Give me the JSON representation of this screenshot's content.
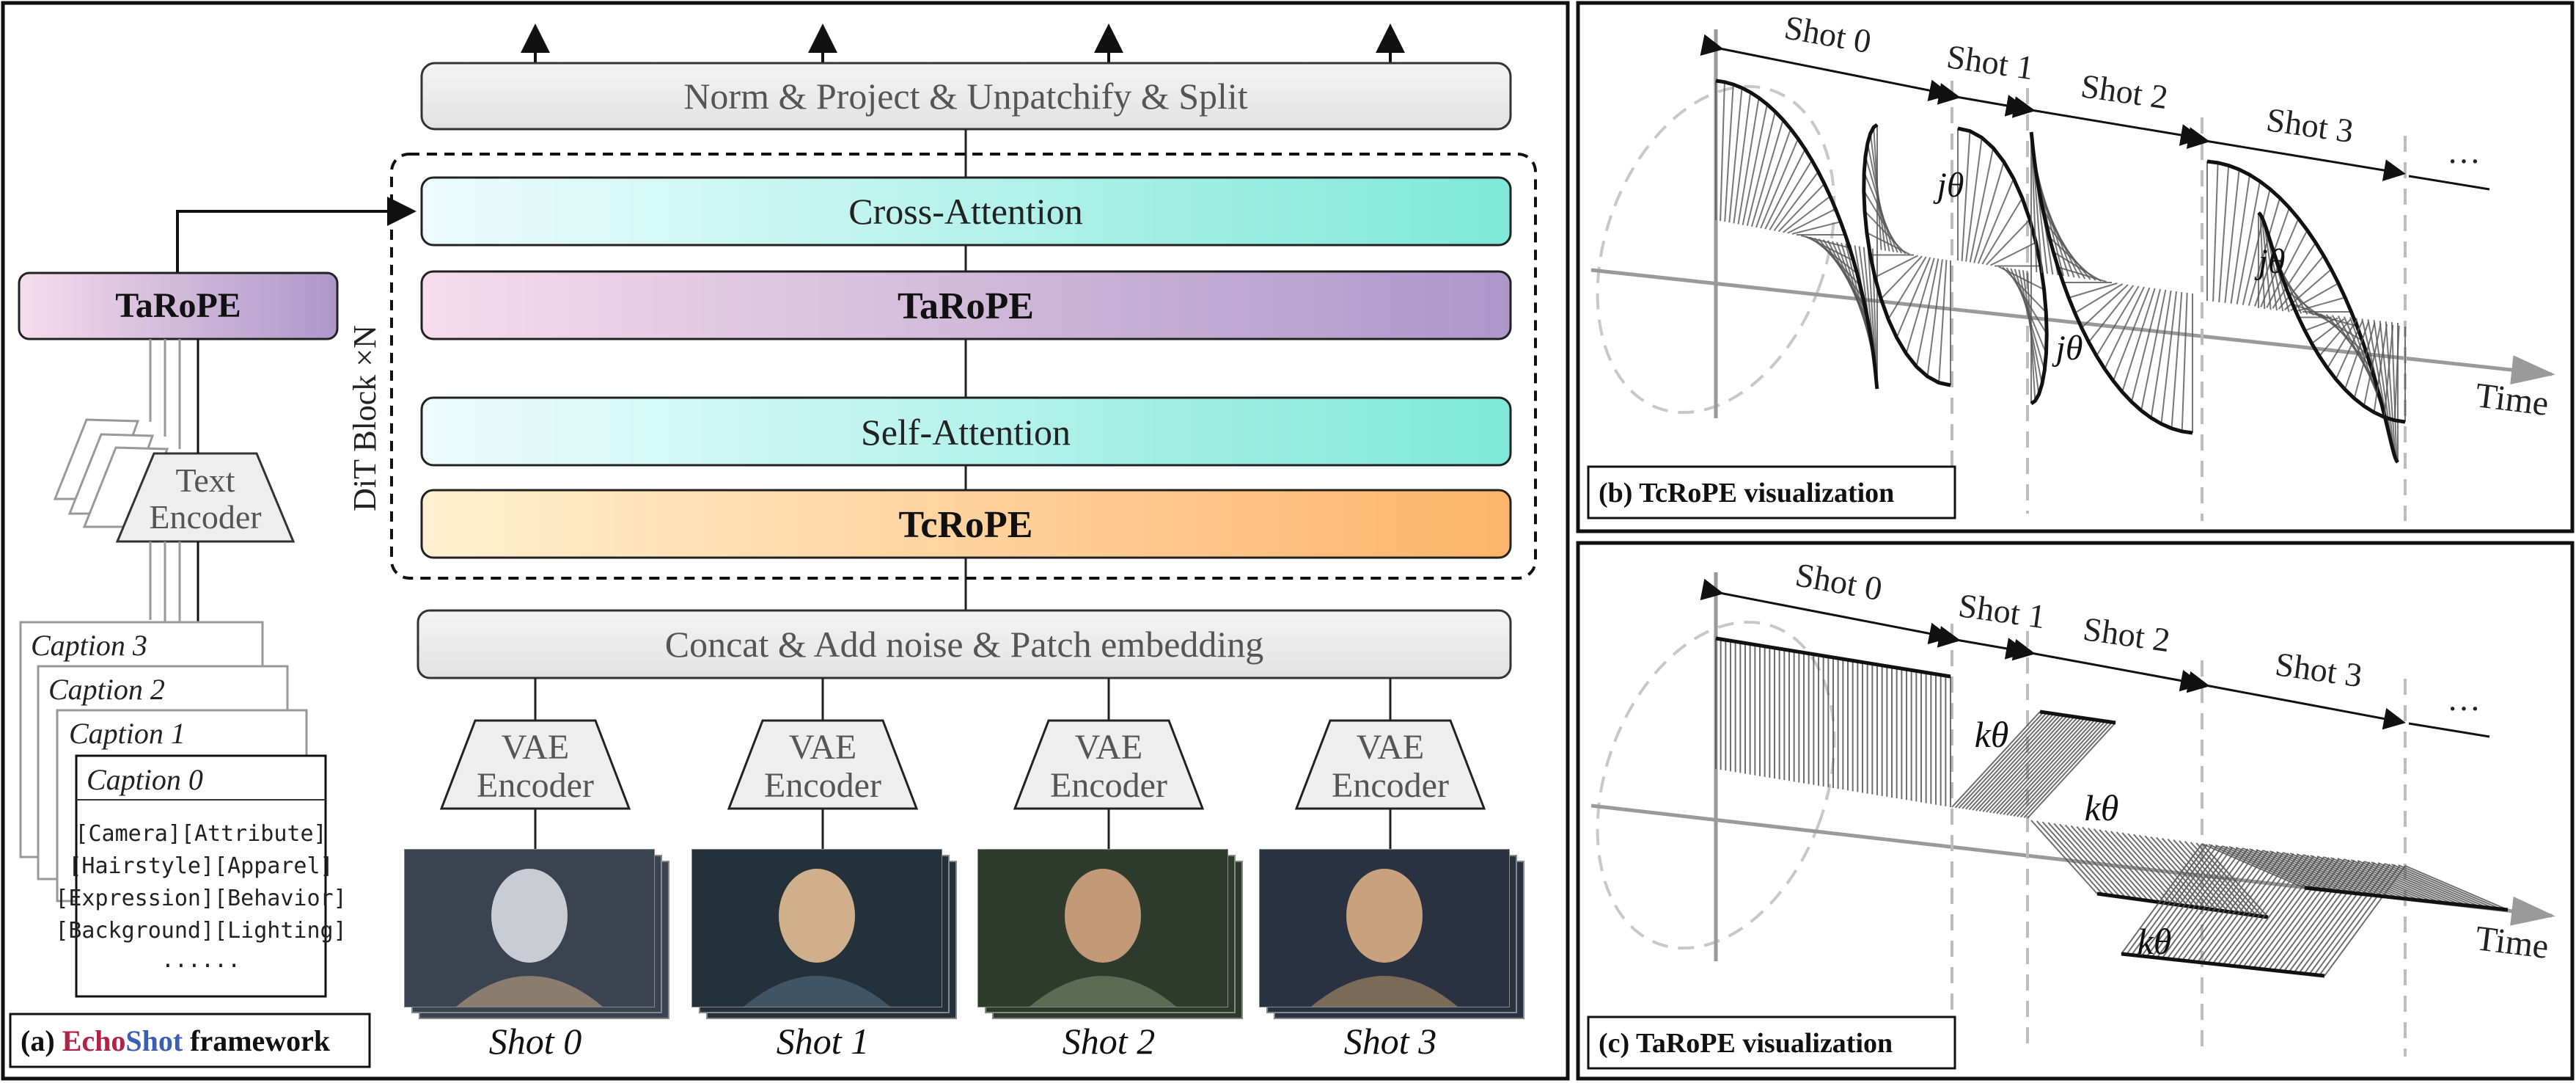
{
  "panel_a": {
    "caption_prefix": "(a) ",
    "caption_echo": "Echo",
    "caption_shot": "Shot",
    "caption_suffix": " framework",
    "output_block": "Norm & Project & Unpatchify & Split",
    "cross_attention": "Cross-Attention",
    "tarope_block": "TaRoPE",
    "self_attention": "Self-Attention",
    "tcrope_block": "TcRoPE",
    "dit_label": "DiT Block ×N",
    "concat_block": "Concat & Add noise & Patch embedding",
    "tarope_side": "TaRoPE",
    "text_encoder_l1": "Text",
    "text_encoder_l2": "Encoder",
    "vae_l1": "VAE",
    "vae_l2": "Encoder",
    "captions": [
      "Caption 3",
      "Caption 2",
      "Caption 1",
      "Caption 0"
    ],
    "caption_lines": [
      "[Camera][Attribute]",
      "[Hairstyle][Apparel]",
      "[Expression][Behavior]",
      "[Background][Lighting]",
      "......"
    ],
    "shots": [
      "Shot 0",
      "Shot 1",
      "Shot 2",
      "Shot 3"
    ],
    "colors": {
      "echo": "#b22245",
      "shot_word": "#3a5fb0",
      "cyan": "#7fe8d8",
      "purple": "#ad97c9",
      "orange": "#fdb46b"
    }
  },
  "panel_b": {
    "caption": "(b) TcRoPE visualization",
    "shots": [
      "Shot 0",
      "Shot 1",
      "Shot 2",
      "Shot 3",
      "…"
    ],
    "angle_labels": [
      "jθ",
      "jθ",
      "jθ"
    ],
    "axis_label": "Time"
  },
  "panel_c": {
    "caption": "(c) TaRoPE visualization",
    "shots": [
      "Shot 0",
      "Shot 1",
      "Shot 2",
      "Shot 3",
      "…"
    ],
    "angle_labels": [
      "kθ",
      "kθ",
      "kθ"
    ],
    "axis_label": "Time"
  }
}
